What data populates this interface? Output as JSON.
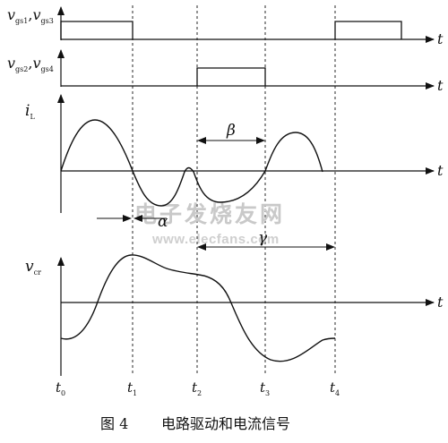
{
  "figure": {
    "caption": {
      "number": "图 4",
      "title": "电路驱动和电流信号"
    },
    "watermark": {
      "chinese": "电子发烧友网",
      "url": "www.elecfans.com"
    },
    "time_axis_label": "t",
    "time_marks": [
      {
        "main": "t",
        "sub": "0"
      },
      {
        "main": "t",
        "sub": "1"
      },
      {
        "main": "t",
        "sub": "2"
      },
      {
        "main": "t",
        "sub": "3"
      },
      {
        "main": "t",
        "sub": "4"
      }
    ],
    "signals": {
      "vgs13": {
        "main1": "v",
        "sub1": "gs1",
        "sep": ",",
        "main2": "v",
        "sub2": "gs3"
      },
      "vgs24": {
        "main1": "v",
        "sub1": "gs2",
        "sep": ",",
        "main2": "v",
        "sub2": "gs4"
      },
      "il": {
        "main": "i",
        "sub": "L"
      },
      "vcr": {
        "main": "v",
        "sub": "cr"
      }
    },
    "intervals": {
      "alpha": "α",
      "beta": "β",
      "gamma": "γ"
    },
    "colors": {
      "ink": "#111111",
      "watermark": "#c9c9c9"
    }
  }
}
